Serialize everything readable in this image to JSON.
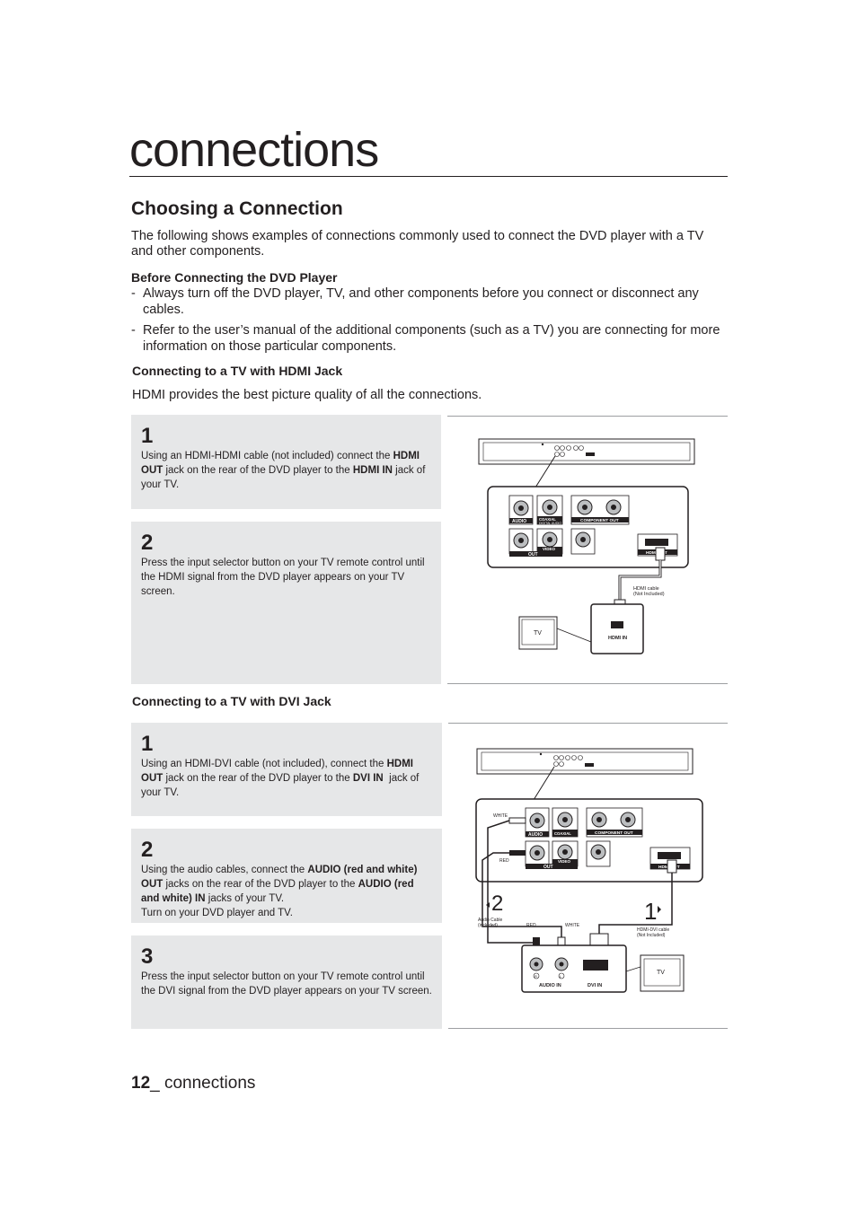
{
  "header": {
    "chapter_title": "connections"
  },
  "section": {
    "title": "Choosing a Connection",
    "intro": "The following shows examples of connections commonly used to connect the DVD player with a TV and other components."
  },
  "before_connecting": {
    "heading": "Before Connecting the DVD Player",
    "bullets": [
      "Always turn off the DVD player, TV, and other components before you connect or disconnect any cables.",
      "Refer to the user’s manual of the additional components (such as a TV) you are connecting for more information on those particular components."
    ]
  },
  "hdmi": {
    "heading": "Connecting to a TV with HDMI Jack",
    "description": "HDMI provides the best picture quality of all the connections.",
    "steps": [
      {
        "num": "1",
        "html": "Using an HDMI-HDMI cable (not included) connect the <b>HDMI OUT</b> jack on the rear of the DVD player to the <b>HDMI IN</b> jack of your TV."
      },
      {
        "num": "2",
        "html": "Press the input selector button on your TV remote control until the HDMI signal from the DVD player appears on your TV screen."
      }
    ],
    "diagram": {
      "audio": "AUDIO",
      "coaxial": "COAXIAL",
      "digital_audio": "DIGITAL AUDIO",
      "component_out": "COMPONENT OUT",
      "video": "VIDEO",
      "out": "OUT",
      "hdmi_out": "HDMI OUT",
      "cable": "HDMI cable",
      "cable_note": "(Not Included)",
      "tv": "TV",
      "hdmi_in": "HDMI IN"
    }
  },
  "dvi": {
    "heading": "Connecting to a TV with DVI Jack",
    "steps": [
      {
        "num": "1",
        "html": "Using an HDMI-DVI cable (not included), connect the <b>HDMI OUT</b> jack on the rear of the DVD player to the <b>DVI IN</b>&nbsp; jack of your TV."
      },
      {
        "num": "2",
        "html": "Using the audio cables, connect the <b>AUDIO (red and white) OUT</b> jacks on the rear of the DVD player to the <b>AUDIO (red and white) IN</b> jacks of your TV.<br>Turn on your DVD player and TV."
      },
      {
        "num": "3",
        "html": "Press the input selector button on your TV remote control until the DVI signal from the DVD player appears on your TV screen."
      }
    ],
    "diagram": {
      "white": "WHITE",
      "red": "RED",
      "audio": "AUDIO",
      "coaxial": "COAXIAL",
      "component_out": "COMPONENT OUT",
      "video": "VIDEO",
      "out": "OUT",
      "hdmi_out": "HDMI OUT",
      "marker_2": "2",
      "marker_1": "1",
      "audio_cable": "Audio Cable",
      "audio_cable_note": "(included)",
      "red_cable": "RED",
      "white_cable": "WHITE",
      "dvi_cable": "HDMI-DVI cable",
      "dvi_cable_note": "(Not Included)",
      "r": "R",
      "l": "L",
      "audio_in": "AUDIO IN",
      "dvi_in": "DVI IN",
      "tv": "TV"
    }
  },
  "footer": {
    "page_number": "12",
    "page_label": "_ connections"
  }
}
